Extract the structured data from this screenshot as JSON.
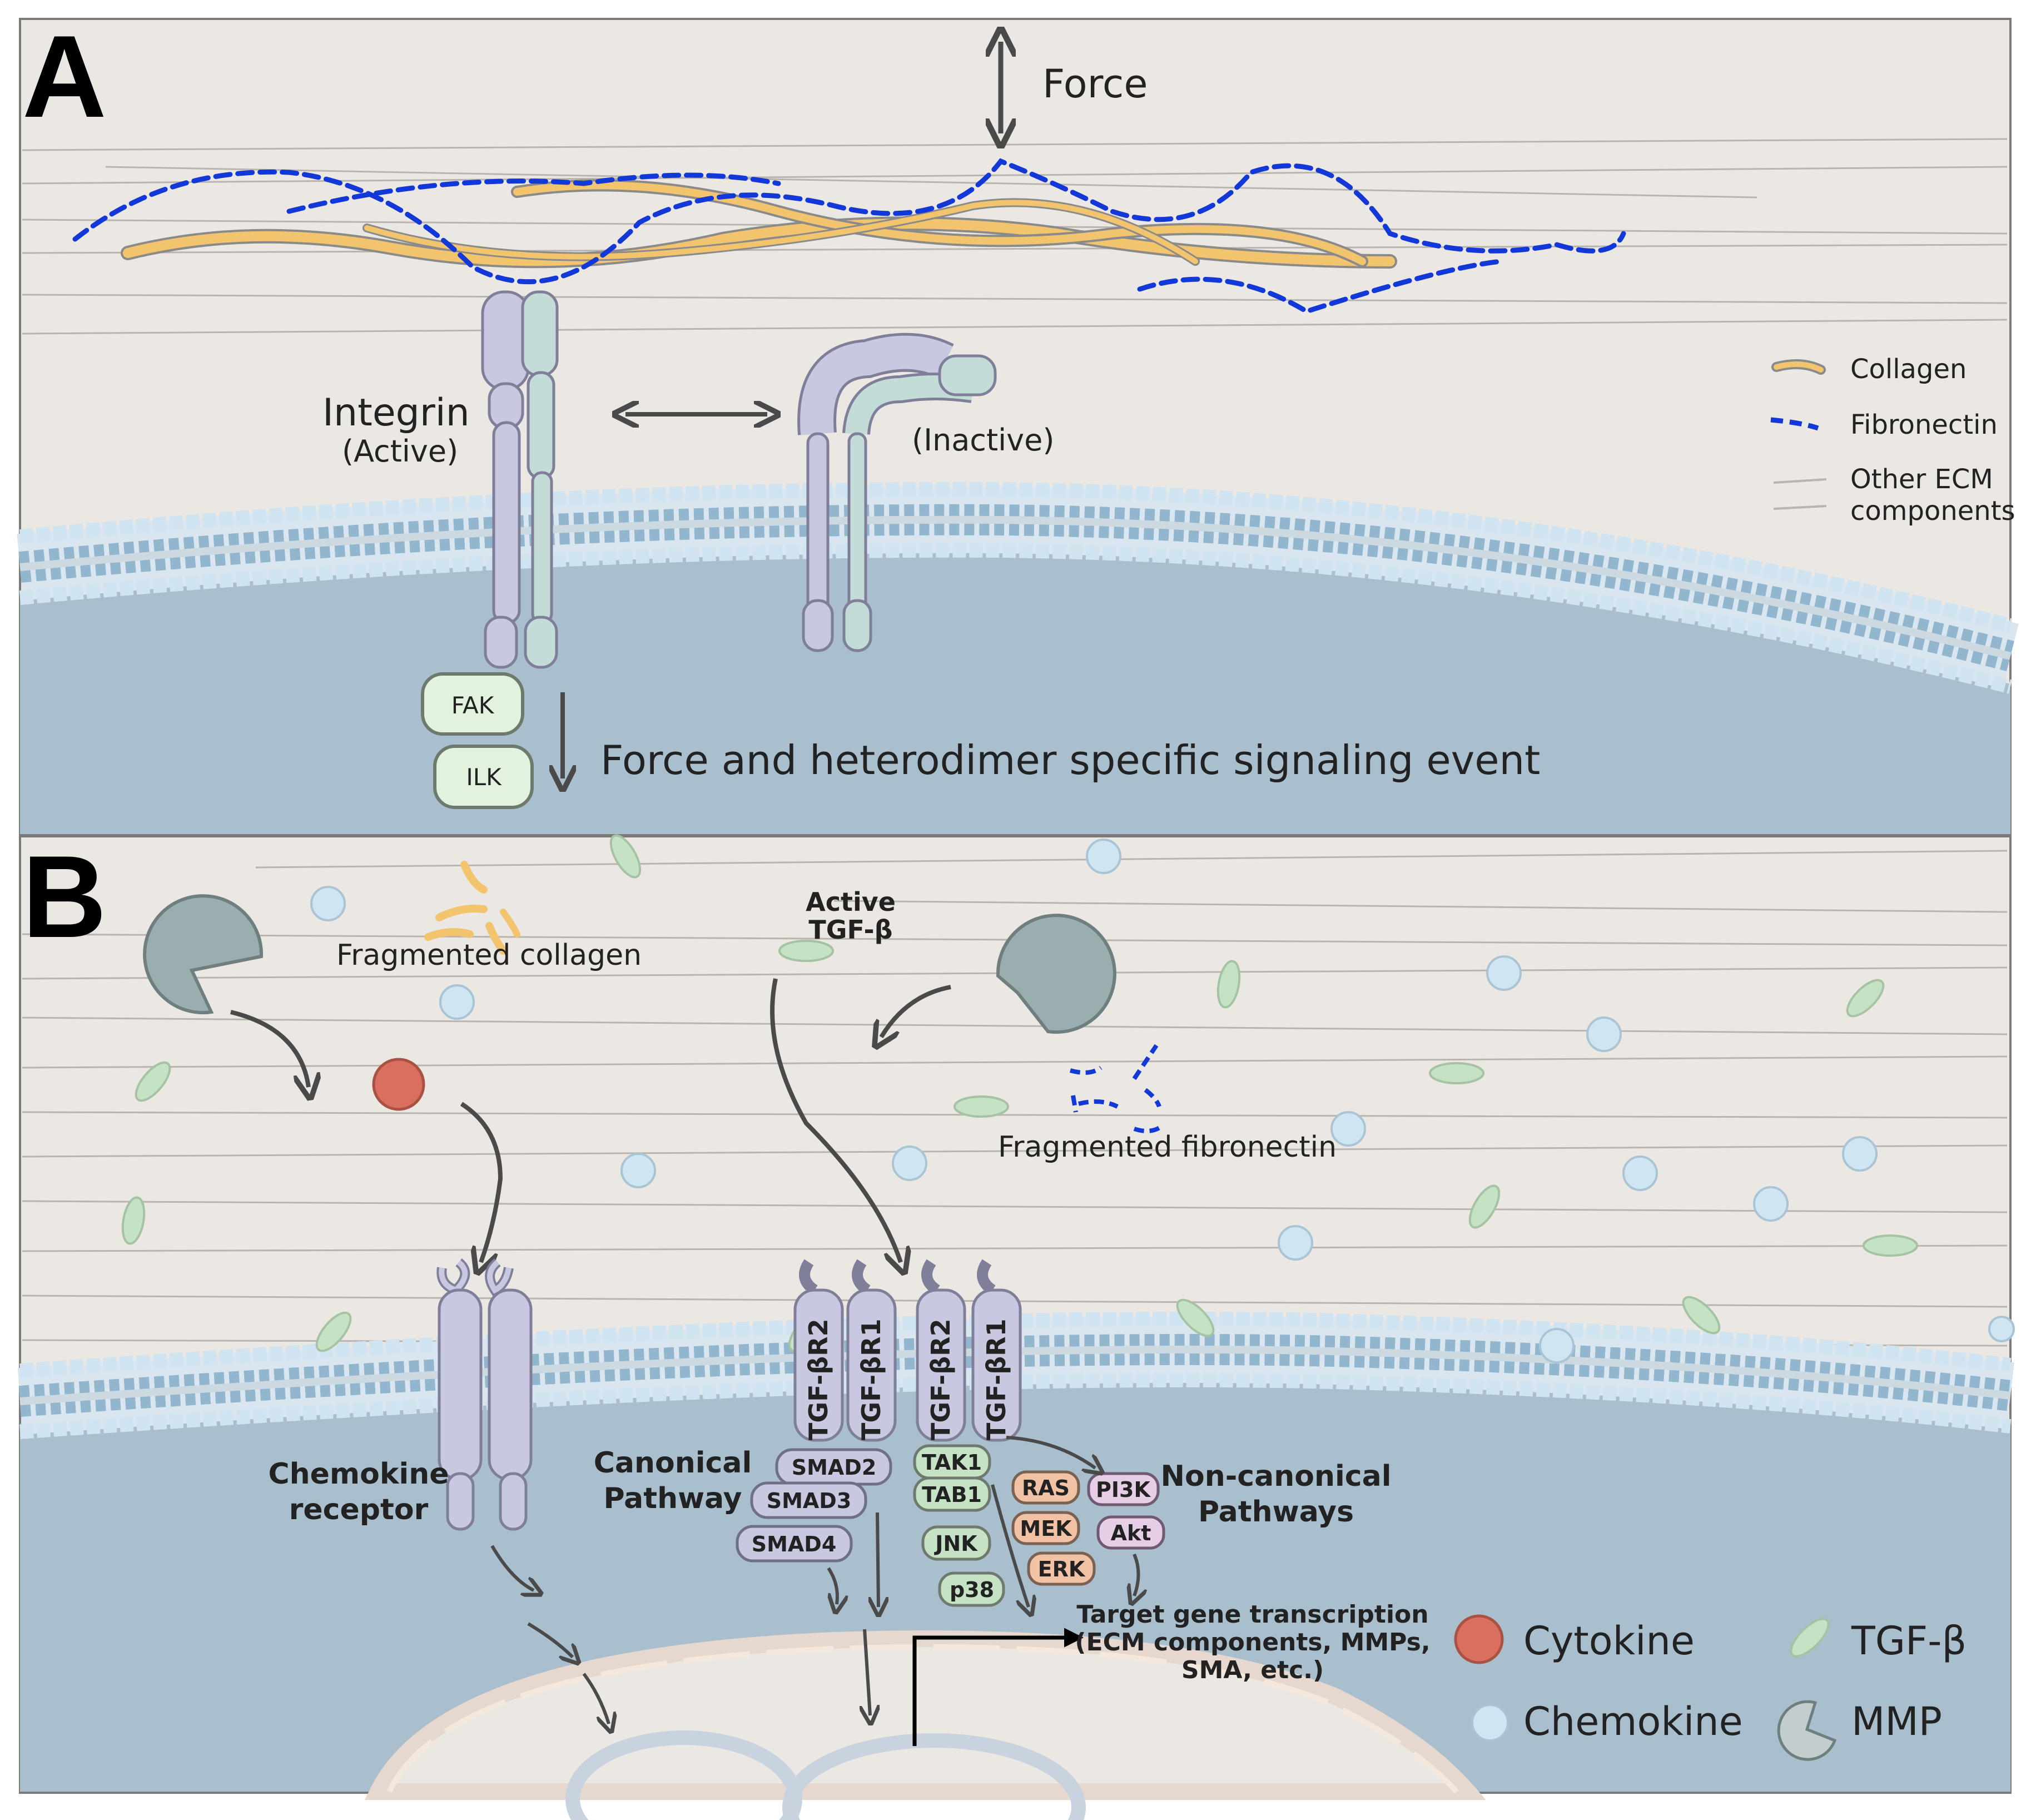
{
  "panel_a": {
    "letter": "A",
    "force_label": "Force",
    "integrin_label": "Integrin",
    "active_label": "(Active)",
    "inactive_label": "(Inactive)",
    "fak_label": "FAK",
    "ilk_label": "ILK",
    "signaling_text": "Force and heterodimer specific signaling event",
    "legend": {
      "collagen": "Collagen",
      "fibronectin": "Fibronectin",
      "other_ecm_line1": "Other ECM",
      "other_ecm_line2": "components"
    }
  },
  "panel_b": {
    "letter": "B",
    "fragmented_collagen": "Fragmented collagen",
    "active_tgf_line1": "Active",
    "active_tgf_line2": "TGF-β",
    "fragmented_fibronectin": "Fragmented fibronectin",
    "chemokine_receptor_line1": "Chemokine",
    "chemokine_receptor_line2": "receptor",
    "canonical_line1": "Canonical",
    "canonical_line2": "Pathway",
    "noncanonical_line1": "Non-canonical",
    "noncanonical_line2": "Pathways",
    "receptors": [
      "TGF-βR2",
      "TGF-βR1",
      "TGF-βR2",
      "TGF-βR1"
    ],
    "smads": [
      "SMAD2",
      "SMAD3",
      "SMAD4"
    ],
    "tak": [
      "TAK1",
      "TAB1",
      "JNK",
      "p38"
    ],
    "mapk": [
      "RAS",
      "MEK",
      "ERK"
    ],
    "pi3k": [
      "PI3K",
      "Akt"
    ],
    "target_line1": "Target gene transcription",
    "target_line2": "(ECM components, MMPs,",
    "target_line3": "SMA, etc.)",
    "legend": {
      "cytokine": "Cytokine",
      "tgfb": "TGF-β",
      "chemokine": "Chemokine",
      "mmp": "MMP"
    }
  },
  "colors": {
    "ecm_background": "#ebe7e2",
    "cytoplasm": "#a9bfcd",
    "collagen": "#f2c46e",
    "fibronectin": "#1238d8",
    "integrin_alpha": "#c8c8e0",
    "integrin_beta": "#c4dcd8",
    "cytokine": "#d9705f",
    "chemokine": "#cfe6f2",
    "tgfb": "#c6e2c4",
    "mmp": "#9aaeb0"
  }
}
